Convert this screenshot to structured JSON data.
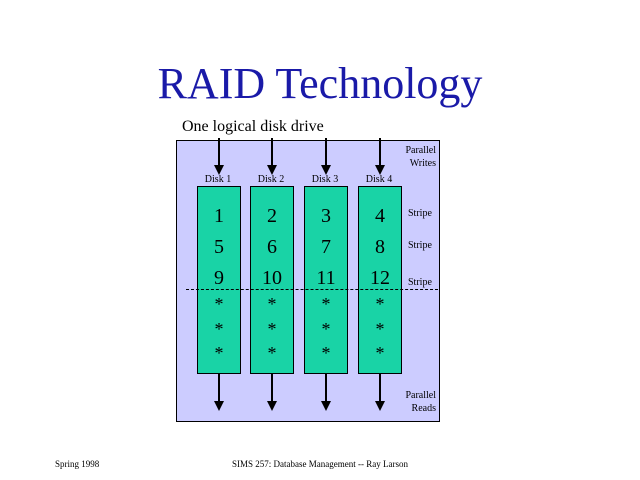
{
  "title": "RAID Technology",
  "subtitle": "One logical disk drive",
  "labels": {
    "writes": "Parallel\nWrites",
    "reads": "Parallel\nReads",
    "stripe": "Stripe"
  },
  "disks": [
    {
      "name": "Disk 1",
      "blocks": [
        "1",
        "5",
        "9"
      ]
    },
    {
      "name": "Disk 2",
      "blocks": [
        "2",
        "6",
        "10"
      ]
    },
    {
      "name": "Disk 3",
      "blocks": [
        "3",
        "7",
        "11"
      ]
    },
    {
      "name": "Disk 4",
      "blocks": [
        "4",
        "8",
        "12"
      ]
    }
  ],
  "ellipsis": "*",
  "footer": {
    "left": "Spring 1998",
    "center": "SIMS 257: Database Management -- Ray Larson"
  },
  "colors": {
    "title": "#1a1aa8",
    "panel": "#ccccff",
    "disk": "#19d3a6"
  }
}
